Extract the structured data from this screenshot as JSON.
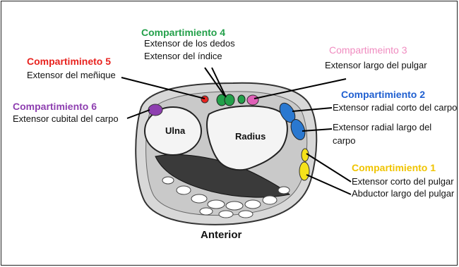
{
  "compartments": {
    "c4": {
      "title": "Compartimiento 4",
      "line1": "Extensor de los dedos",
      "line2": "Extensor del índice",
      "color": "#23a04a"
    },
    "c5": {
      "title": "Compartimineto 5",
      "line1": "Extensor del meñique",
      "color": "#e8231f"
    },
    "c3": {
      "title": "Compartimeinto 3",
      "line1": "Extensor largo del pulgar",
      "color": "#f08cc0"
    },
    "c2": {
      "title": "Compartimiento 2",
      "line1": "Extensor radial corto del carpo",
      "line2": "Extensor radial largo del",
      "line3": "carpo",
      "color": "#1f5fd0"
    },
    "c6": {
      "title": "Compartimiento 6",
      "line1": "Extensor cubital del carpo",
      "color": "#8e3fb0"
    },
    "c1": {
      "title": "Compartimiento 1",
      "line1": "Extensor corto del pulgar",
      "line2": "Abductor largo del pulgar",
      "color": "#f0c400"
    }
  },
  "bones": {
    "ulna": "Ulna",
    "radius": "Radius"
  },
  "orientation": {
    "bottom": "Anterior"
  }
}
